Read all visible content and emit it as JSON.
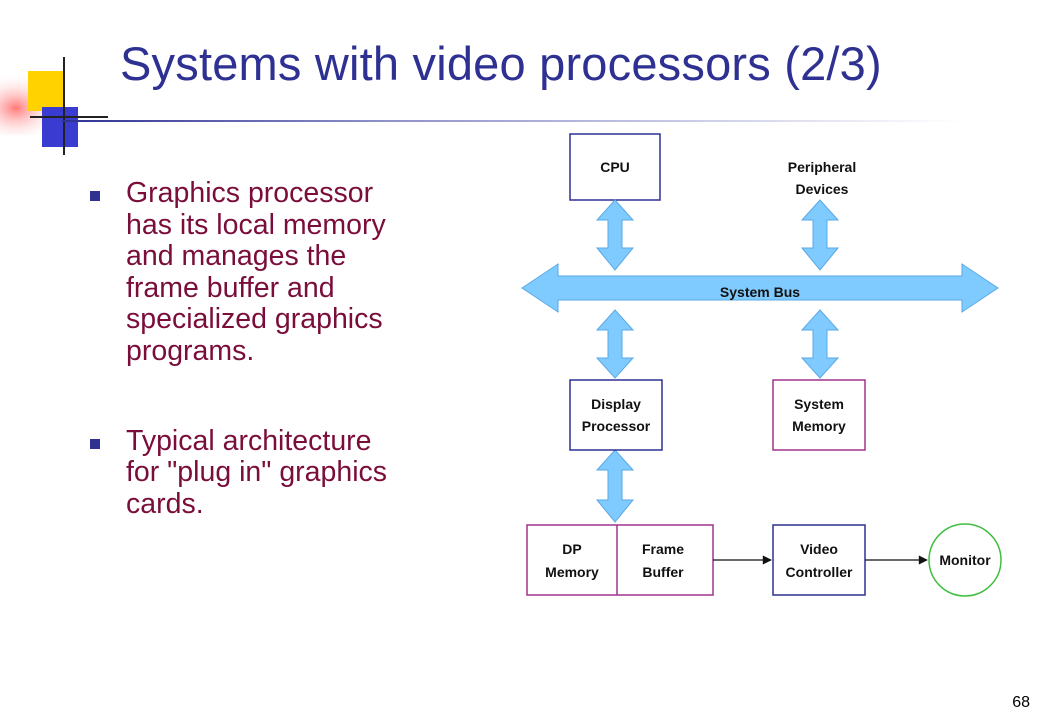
{
  "slide": {
    "title": "Systems with video processors (2/3)",
    "bullets": [
      {
        "text": "Graphics processor\nhas its local memory\nand manages the\nframe buffer and\nspecialized graphics\nprograms."
      },
      {
        "text": "Typical architecture\nfor \"plug in\" graphics\ncards."
      }
    ],
    "page_number": "68",
    "colors": {
      "title": "#2e3192",
      "bullet_text": "#7a0d3a",
      "arrow_fill": "#7fcbff"
    }
  },
  "diagram": {
    "cpu": "CPU",
    "peripheral_line1": "Peripheral",
    "peripheral_line2": "Devices",
    "system_bus": "System Bus",
    "display_processor_line1": "Display",
    "display_processor_line2": "Processor",
    "system_memory_line1": "System",
    "system_memory_line2": "Memory",
    "dp_memory_line1": "DP",
    "dp_memory_line2": "Memory",
    "frame_buffer_line1": "Frame",
    "frame_buffer_line2": "Buffer",
    "video_controller_line1": "Video",
    "video_controller_line2": "Controller",
    "monitor": "Monitor"
  }
}
